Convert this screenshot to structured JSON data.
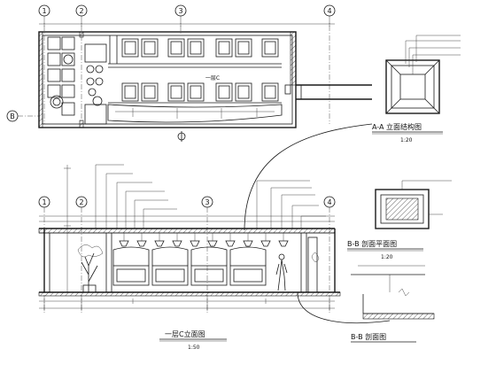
{
  "grid_bubbles": {
    "plan_top": [
      "1",
      "2",
      "3",
      "4"
    ],
    "plan_left": "B",
    "elev_top": [
      "1",
      "2",
      "3",
      "4"
    ]
  },
  "plan": {
    "room_label": "一层C"
  },
  "titles": {
    "aa": "A-A 立面结构图",
    "aa_scale": "1:20",
    "bb": "B-B 剖面平面图",
    "bb_scale": "1:20",
    "elev": "一层C立面图",
    "elev_scale": "1:50",
    "bb2": "B-B 剖面图"
  },
  "colors": {
    "line": "#1a1a1a",
    "background": "#ffffff"
  }
}
